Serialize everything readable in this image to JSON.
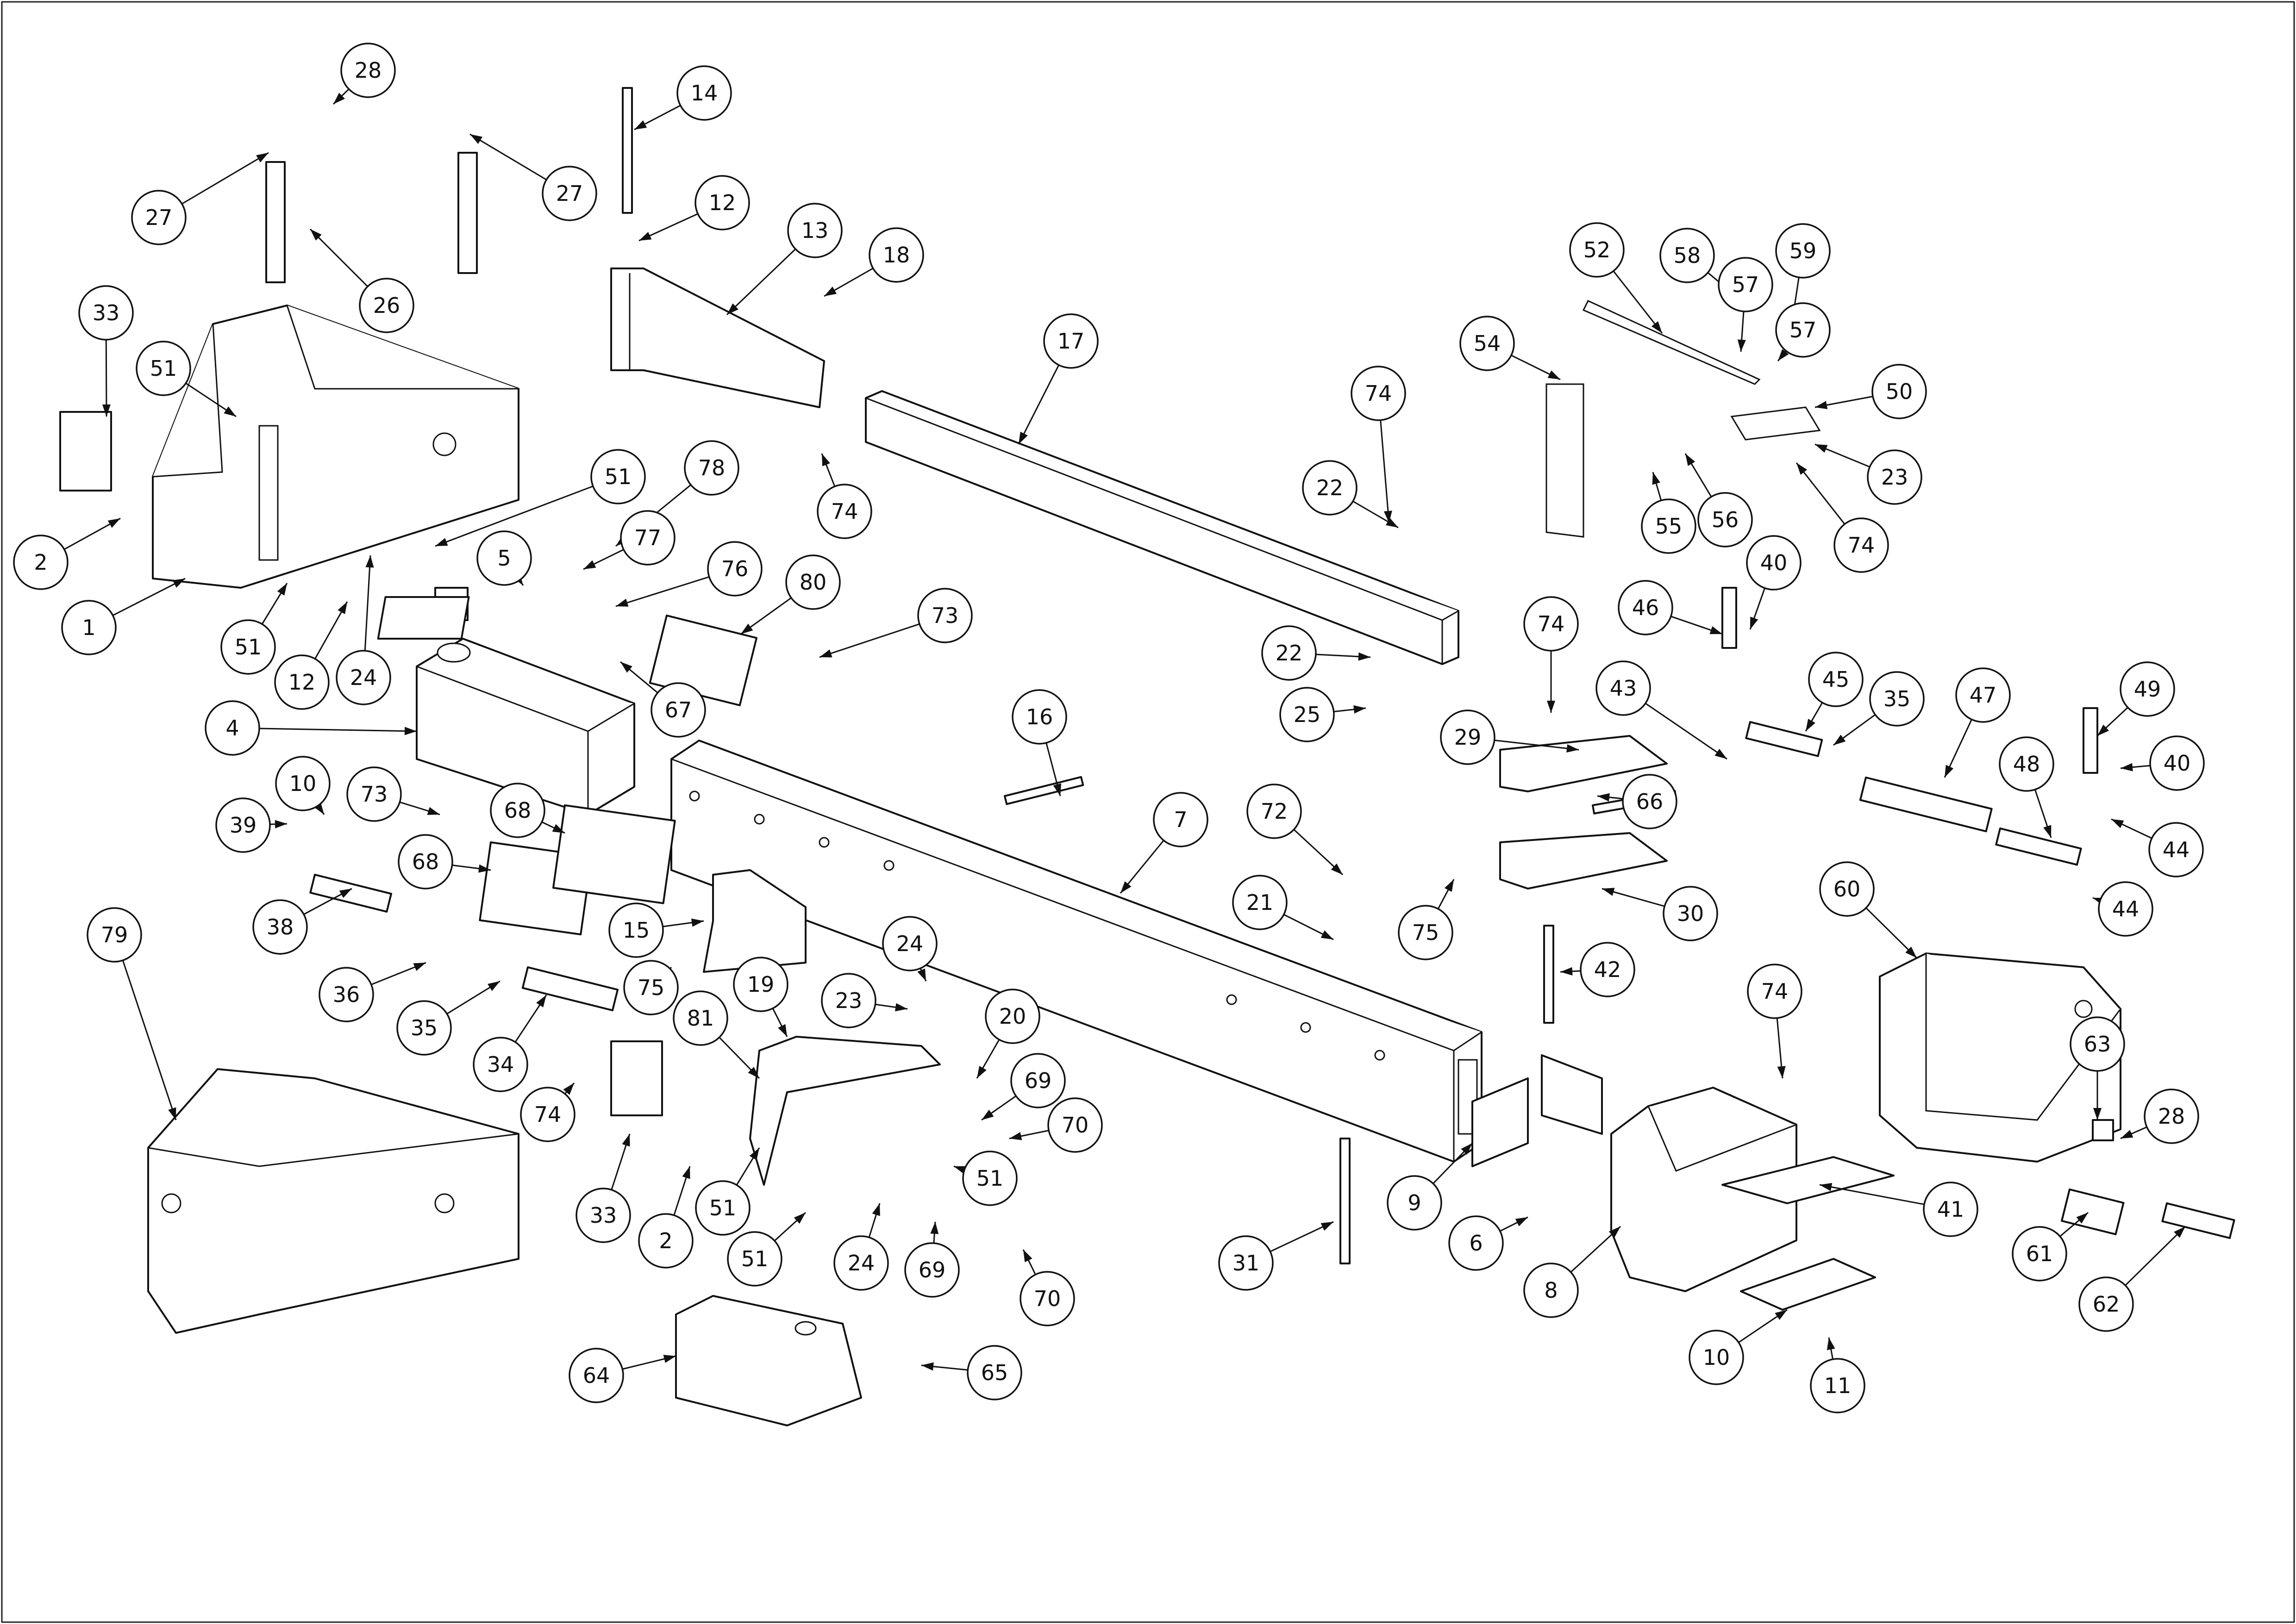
{
  "balloons": [
    {
      "label": "28"
    },
    {
      "label": "27"
    },
    {
      "label": "27"
    },
    {
      "label": "26"
    },
    {
      "label": "33"
    },
    {
      "label": "51"
    },
    {
      "label": "2"
    },
    {
      "label": "1"
    },
    {
      "label": "51"
    },
    {
      "label": "12"
    },
    {
      "label": "24"
    },
    {
      "label": "14"
    },
    {
      "label": "12"
    },
    {
      "label": "13"
    },
    {
      "label": "18"
    },
    {
      "label": "74"
    },
    {
      "label": "17"
    },
    {
      "label": "51"
    },
    {
      "label": "78"
    },
    {
      "label": "5"
    },
    {
      "label": "77"
    },
    {
      "label": "76"
    },
    {
      "label": "80"
    },
    {
      "label": "73"
    },
    {
      "label": "67"
    },
    {
      "label": "4"
    },
    {
      "label": "10"
    },
    {
      "label": "39"
    },
    {
      "label": "73"
    },
    {
      "label": "68"
    },
    {
      "label": "68"
    },
    {
      "label": "38"
    },
    {
      "label": "36"
    },
    {
      "label": "35"
    },
    {
      "label": "34"
    },
    {
      "label": "79"
    },
    {
      "label": "74"
    },
    {
      "label": "33"
    },
    {
      "label": "2"
    },
    {
      "label": "81"
    },
    {
      "label": "19"
    },
    {
      "label": "51"
    },
    {
      "label": "51"
    },
    {
      "label": "24"
    },
    {
      "label": "69"
    },
    {
      "label": "15"
    },
    {
      "label": "75"
    },
    {
      "label": "24"
    },
    {
      "label": "23"
    },
    {
      "label": "20"
    },
    {
      "label": "69"
    },
    {
      "label": "70"
    },
    {
      "label": "51"
    },
    {
      "label": "70"
    },
    {
      "label": "64"
    },
    {
      "label": "65"
    },
    {
      "label": "16"
    },
    {
      "label": "7"
    },
    {
      "label": "72"
    },
    {
      "label": "21"
    },
    {
      "label": "31"
    },
    {
      "label": "74"
    },
    {
      "label": "22"
    },
    {
      "label": "22"
    },
    {
      "label": "25"
    },
    {
      "label": "75"
    },
    {
      "label": "42"
    },
    {
      "label": "9"
    },
    {
      "label": "6"
    },
    {
      "label": "8"
    },
    {
      "label": "52"
    },
    {
      "label": "58"
    },
    {
      "label": "57"
    },
    {
      "label": "59"
    },
    {
      "label": "57"
    },
    {
      "label": "54"
    },
    {
      "label": "50"
    },
    {
      "label": "55"
    },
    {
      "label": "56"
    },
    {
      "label": "23"
    },
    {
      "label": "74"
    },
    {
      "label": "40"
    },
    {
      "label": "46"
    },
    {
      "label": "74"
    },
    {
      "label": "43"
    },
    {
      "label": "45"
    },
    {
      "label": "35"
    },
    {
      "label": "47"
    },
    {
      "label": "29"
    },
    {
      "label": "66"
    },
    {
      "label": "30"
    },
    {
      "label": "49"
    },
    {
      "label": "40"
    },
    {
      "label": "48"
    },
    {
      "label": "44"
    },
    {
      "label": "44"
    },
    {
      "label": "60"
    },
    {
      "label": "74"
    },
    {
      "label": "41"
    },
    {
      "label": "10"
    },
    {
      "label": "11"
    },
    {
      "label": "63"
    },
    {
      "label": "28"
    },
    {
      "label": "61"
    },
    {
      "label": "62"
    }
  ]
}
